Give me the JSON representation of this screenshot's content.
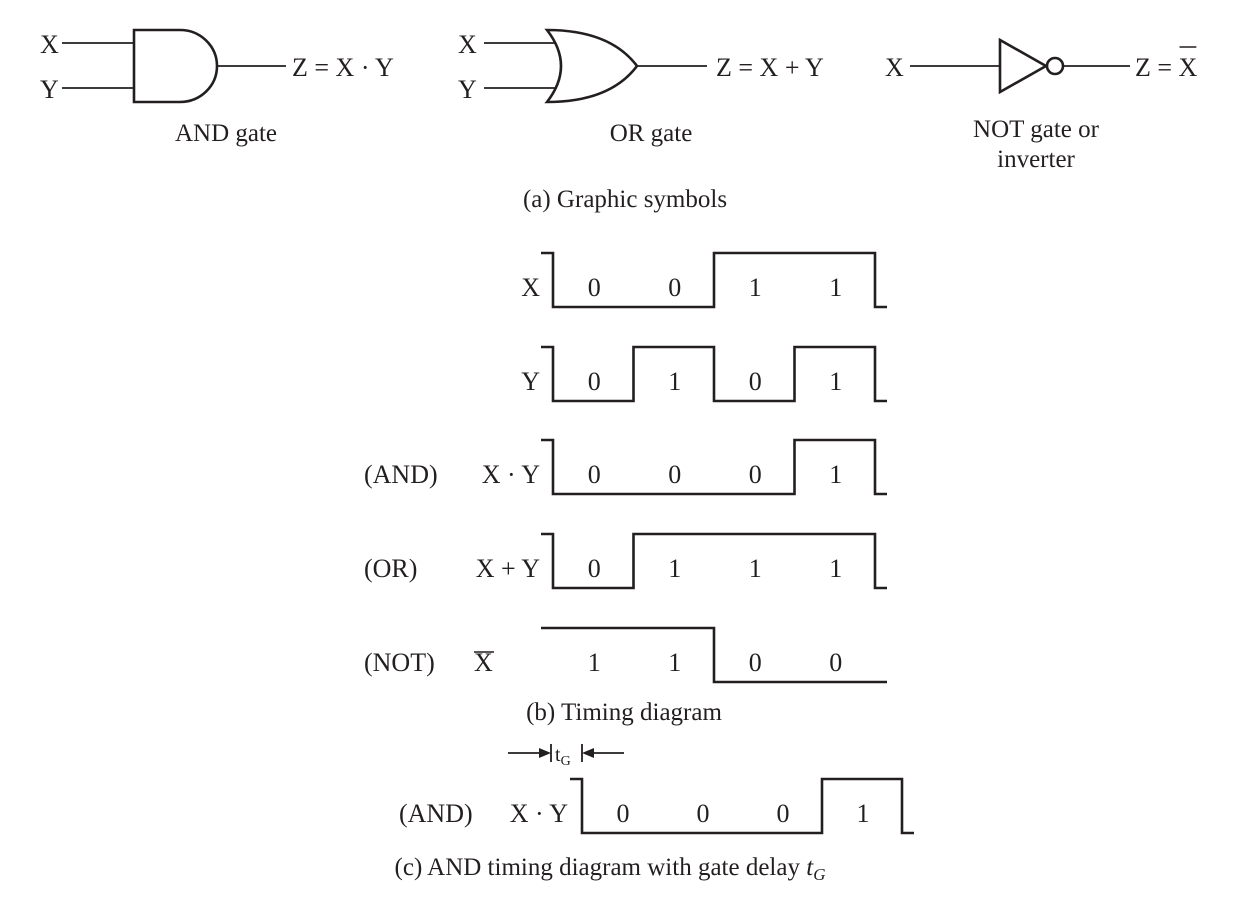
{
  "gates": {
    "and": {
      "in1": "X",
      "in2": "Y",
      "out": "Z = X · Y",
      "caption": "AND gate"
    },
    "or": {
      "in1": "X",
      "in2": "Y",
      "out": "Z = X + Y",
      "caption": "OR gate"
    },
    "not": {
      "in": "X",
      "out": "Z = X",
      "caption_line1": "NOT gate or",
      "caption_line2": "inverter"
    },
    "caption": "(a) Graphic symbols"
  },
  "timing": {
    "rows": [
      {
        "id": "x",
        "prefix": "",
        "label": "X",
        "overbar": false,
        "values": [
          "0",
          "0",
          "1",
          "1"
        ],
        "bits": [
          0,
          0,
          1,
          1
        ]
      },
      {
        "id": "y",
        "prefix": "",
        "label": "Y",
        "overbar": false,
        "values": [
          "0",
          "1",
          "0",
          "1"
        ],
        "bits": [
          0,
          1,
          0,
          1
        ]
      },
      {
        "id": "and",
        "prefix": "(AND)",
        "label": "X · Y",
        "overbar": false,
        "values": [
          "0",
          "0",
          "0",
          "1"
        ],
        "bits": [
          0,
          0,
          0,
          1
        ]
      },
      {
        "id": "or",
        "prefix": "(OR)",
        "label": "X + Y",
        "overbar": false,
        "values": [
          "0",
          "1",
          "1",
          "1"
        ],
        "bits": [
          0,
          1,
          1,
          1
        ]
      },
      {
        "id": "not",
        "prefix": "(NOT)",
        "label": "X",
        "overbar": true,
        "values": [
          "1",
          "1",
          "0",
          "0"
        ],
        "bits": [
          1,
          1,
          0,
          0
        ]
      }
    ],
    "caption": "(b) Timing diagram"
  },
  "delay": {
    "prefix": "(AND)",
    "label": "X · Y",
    "values": [
      "0",
      "0",
      "0",
      "1"
    ],
    "bits": [
      0,
      0,
      0,
      1
    ],
    "tg_main": "t",
    "tg_sub": "G",
    "caption_main": "(c) AND timing diagram with gate delay ",
    "caption_t": "t",
    "caption_sub": "G"
  }
}
